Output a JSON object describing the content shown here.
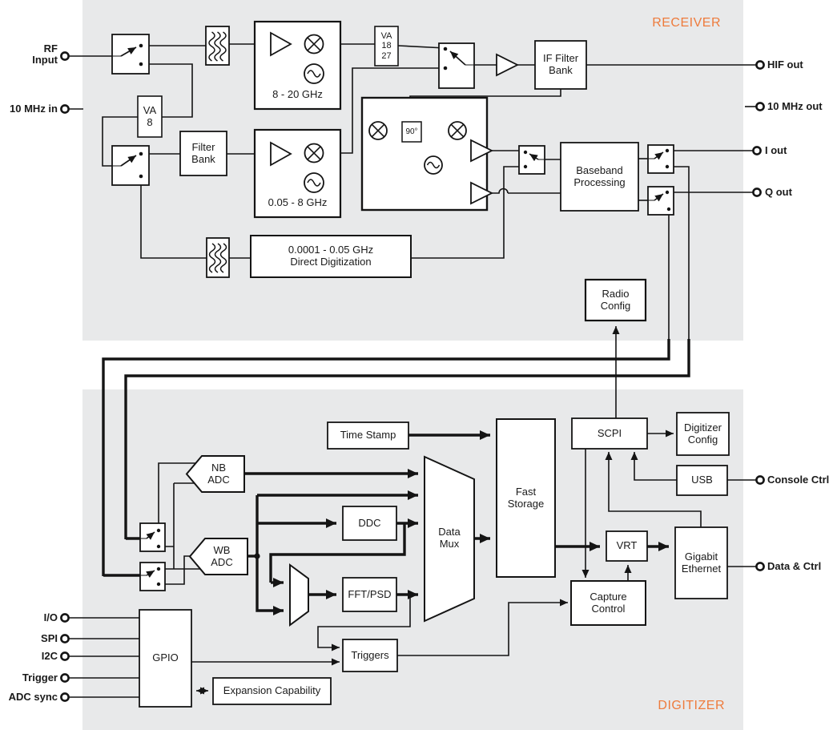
{
  "colors": {
    "panel_gray": "#e8e9ea",
    "accent_orange": "#ee7b3c",
    "line_black": "#141414"
  },
  "symbols": {
    "mixer": "circle-with-x",
    "oscillator": "circle-with-sine",
    "amplifier": "right-triangle",
    "filter": "stacked-squiggles",
    "switch": "spdt-arrow-box",
    "port": "open-circle"
  },
  "receiver": {
    "section_label": "RECEIVER",
    "blocks": {
      "va_18_27": "VA\n18\n27",
      "va_8": "VA\n8",
      "filter_bank": "Filter\nBank",
      "if_filter_bank": "IF Filter\nBank",
      "band_8_20": "8 - 20 GHz",
      "band_005_8": "0.05 - 8 GHz",
      "direct_digitization": "0.0001 - 0.05 GHz\nDirect Digitization",
      "phase_90": "90°",
      "baseband_processing": "Baseband\nProcessing",
      "radio_config": "Radio\nConfig"
    },
    "ports_left": [
      {
        "label": "RF\nInput"
      },
      {
        "label": "10 MHz in"
      }
    ],
    "ports_right": [
      {
        "label": "HIF out"
      },
      {
        "label": "10 MHz out"
      },
      {
        "label": "I out"
      },
      {
        "label": "Q out"
      }
    ]
  },
  "digitizer": {
    "section_label": "DIGITIZER",
    "blocks": {
      "time_stamp": "Time Stamp",
      "nb_adc": "NB\nADC",
      "wb_adc": "WB\nADC",
      "ddc": "DDC",
      "fft_psd": "FFT/PSD",
      "data_mux": "Data\nMux",
      "fast_storage": "Fast\nStorage",
      "scpi": "SCPI",
      "digitizer_config": "Digitizer\nConfig",
      "usb": "USB",
      "vrt": "VRT",
      "gigabit_ethernet": "Gigabit\nEthernet",
      "capture_control": "Capture\nControl",
      "triggers": "Triggers",
      "gpio": "GPIO",
      "expansion_capability": "Expansion Capability"
    },
    "ports_left": [
      {
        "label": "I/O"
      },
      {
        "label": "SPI"
      },
      {
        "label": "I2C"
      },
      {
        "label": "Trigger"
      },
      {
        "label": "ADC sync"
      }
    ],
    "ports_right": [
      {
        "label": "Console Ctrl"
      },
      {
        "label": "Data & Ctrl"
      }
    ]
  }
}
